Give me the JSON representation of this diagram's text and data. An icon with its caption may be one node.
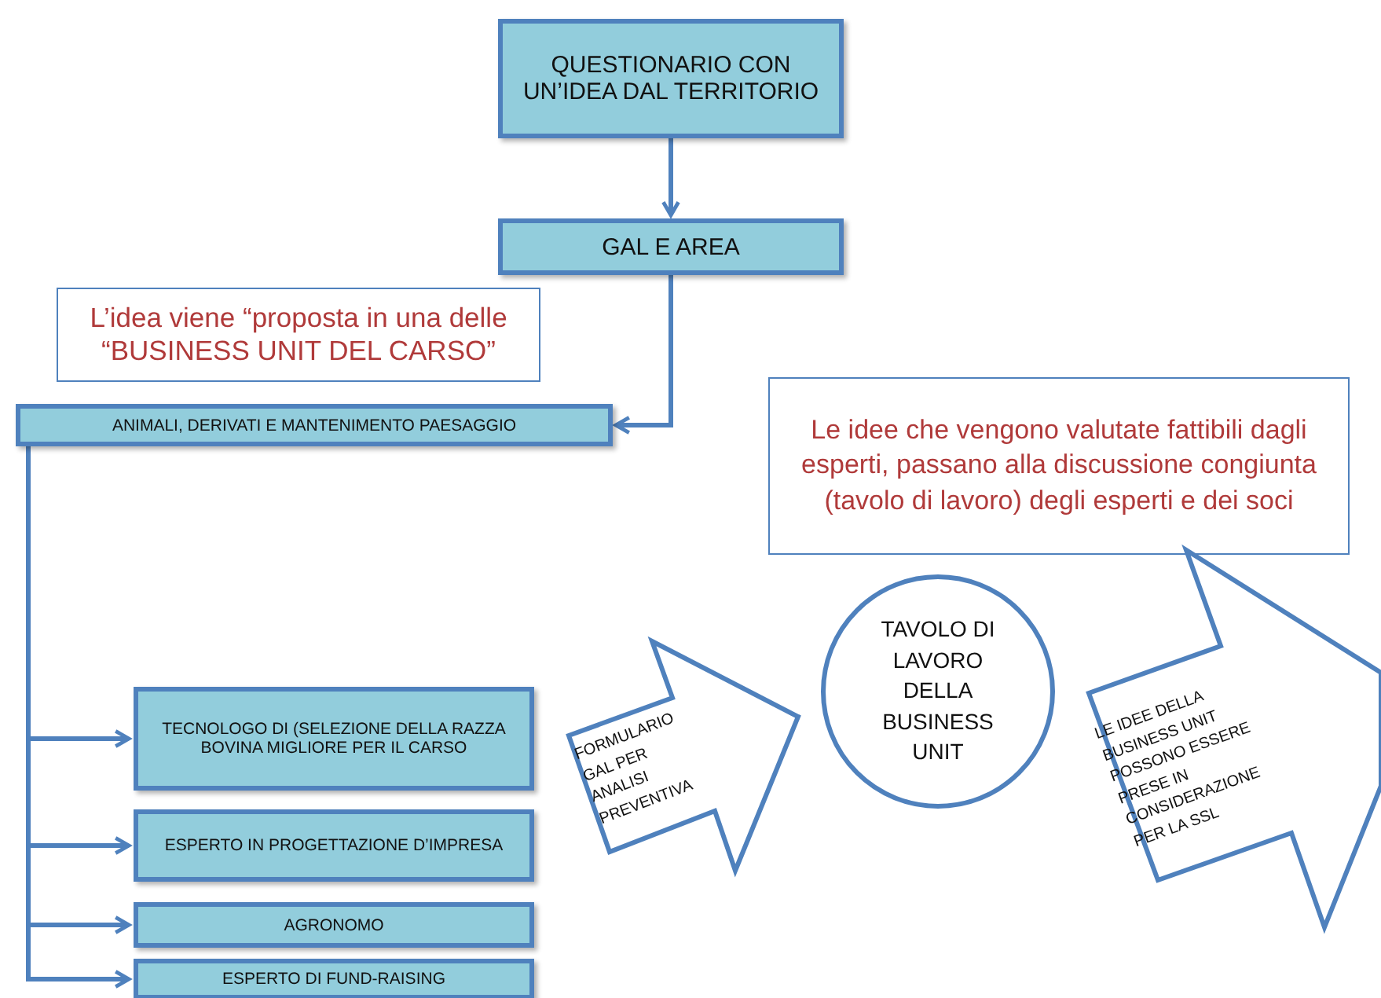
{
  "diagram": {
    "nodes": [
      {
        "text": [
          "QUESTIONARIO CON UN’IDEA DAL TERRITORIO"
        ]
      },
      {
        "text": [
          "GAL E AREA"
        ]
      },
      {
        "text": [
          "L’idea viene “proposta in una delle “BUSINESS UNIT DEL CARSO”"
        ]
      },
      {
        "text": [
          "ANIMALI, DERIVATI E MANTENIMENTO  PAESAGGIO"
        ]
      },
      {
        "text": [
          "TECNOLOGO DI (SELEZIONE DELLA RAZZA BOVINA MIGLIORE PER IL CARSO"
        ]
      },
      {
        "text": [
          "ESPERTO IN PROGETTAZIONE D’IMPRESA"
        ]
      },
      {
        "text": [
          "AGRONOMO"
        ]
      },
      {
        "text": [
          "ESPERTO DI FUND-RAISING"
        ]
      },
      {
        "text": [
          "Le idee che vengono valutate fattibili dagli esperti, passano alla discussione congiunta (tavolo di lavoro) degli esperti e dei soci"
        ]
      },
      {
        "text": [
          "FORMULARIO GAL PER ANALISI PREVENTIVA"
        ]
      },
      {
        "text": [
          "TAVOLO DI LAVORO DELLA BUSINESS UNIT"
        ]
      },
      {
        "text": [
          "LE IDEE DELLA BUSINESS UNIT POSSONO ESSERE PRESE IN CONSIDERAZIONE PER LA SSL"
        ]
      }
    ],
    "edges": [
      {
        "from": 0,
        "to": 1,
        "arrow": "to"
      },
      {
        "from": 1,
        "to": 3,
        "arrow": "to"
      },
      {
        "from": 3,
        "to": 4,
        "arrow": "to"
      },
      {
        "from": 3,
        "to": 5,
        "arrow": "to"
      },
      {
        "from": 3,
        "to": 6,
        "arrow": "to"
      },
      {
        "from": 3,
        "to": 7,
        "arrow": "to"
      }
    ]
  }
}
